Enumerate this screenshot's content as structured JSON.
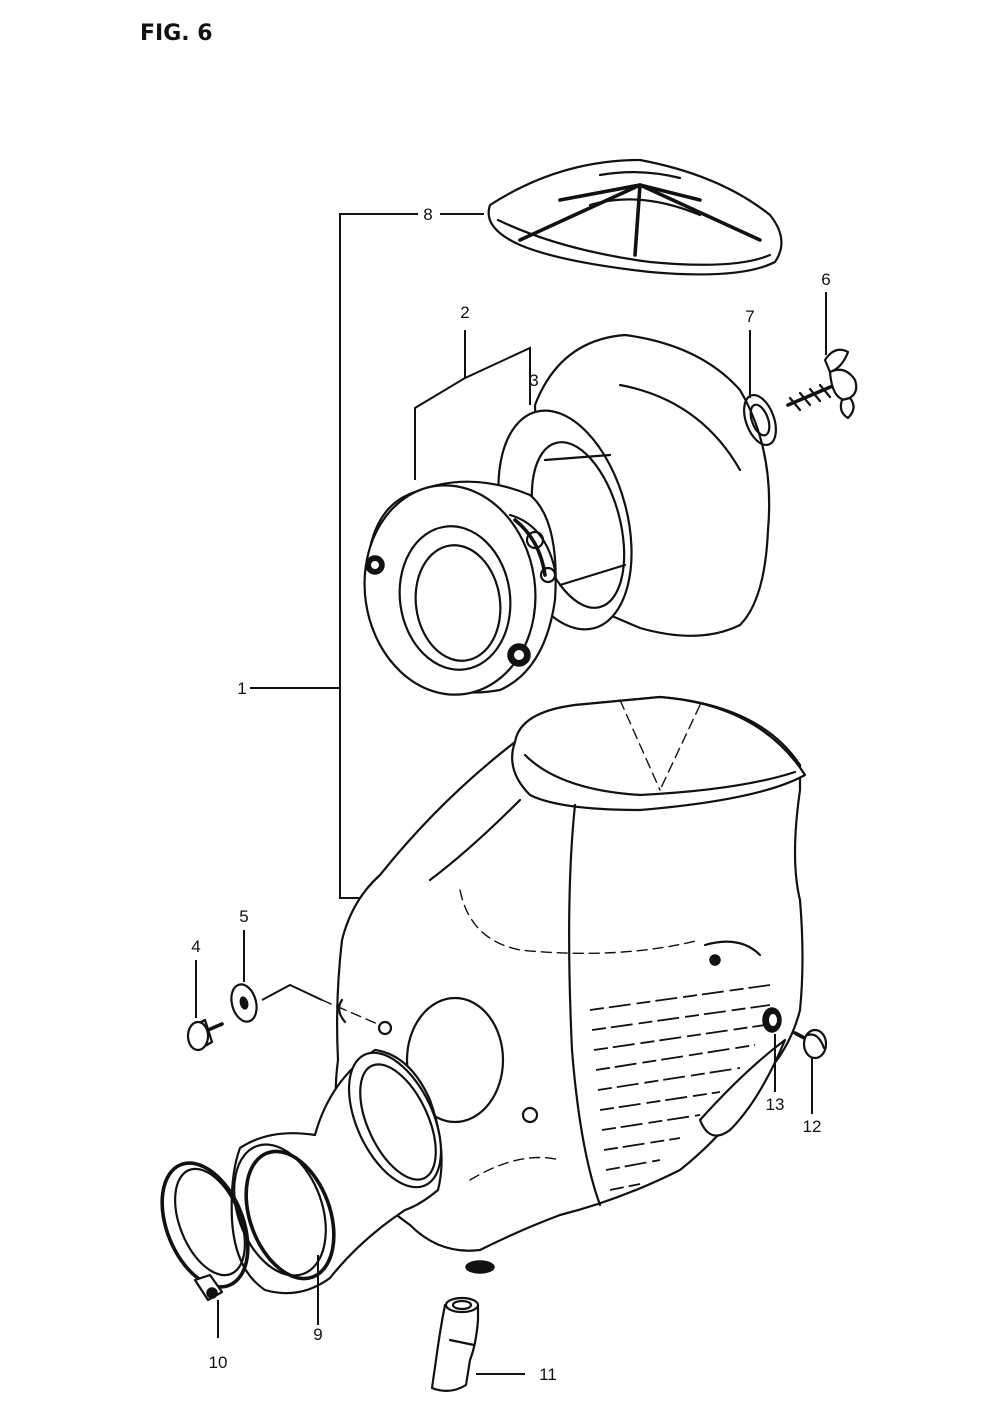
{
  "figure": {
    "title": "FIG. 6"
  },
  "callouts": {
    "c1": "1",
    "c2": "2",
    "c3": "3",
    "c4": "4",
    "c5": "5",
    "c6": "6",
    "c7": "7",
    "c8": "8",
    "c9": "9",
    "c10": "10",
    "c11": "11",
    "c12": "12",
    "c13": "13"
  }
}
